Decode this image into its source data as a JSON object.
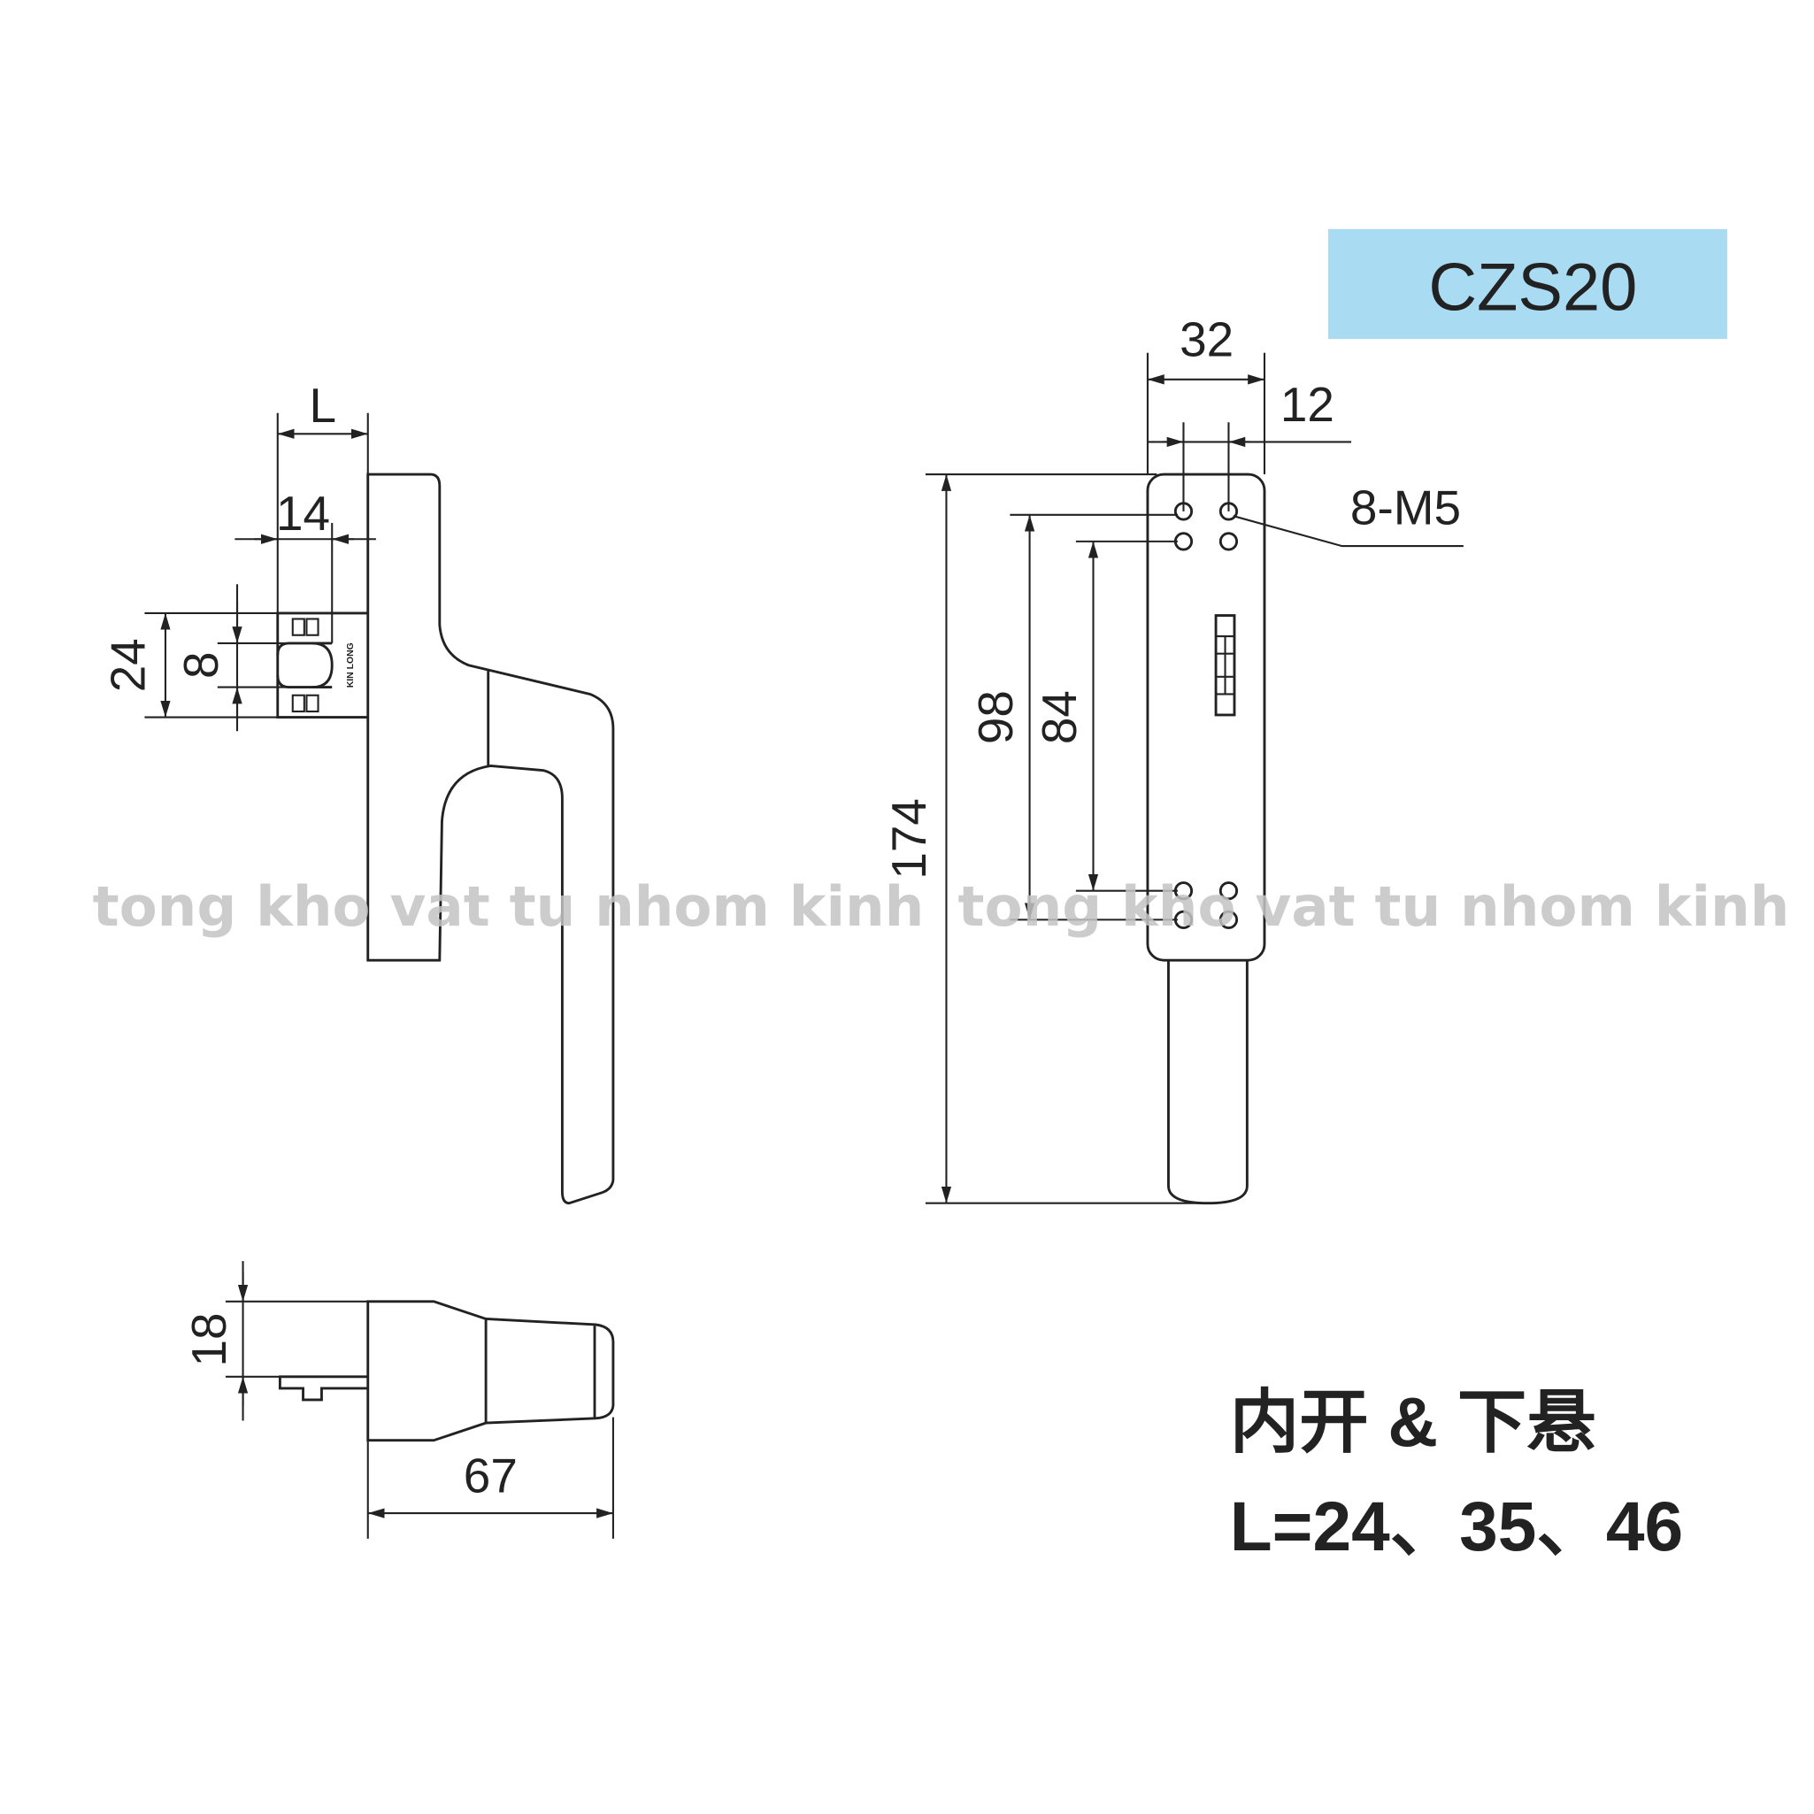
{
  "title_badge": {
    "label": "CZS20",
    "color": "#a9dcf3"
  },
  "side_view": {
    "dims": {
      "L": "L",
      "d14": "14",
      "d24": "24",
      "d8": "8"
    },
    "brand": "KIN LONG"
  },
  "front_view": {
    "dims": {
      "d32": "32",
      "d12": "12",
      "d174": "174",
      "d98": "98",
      "d84": "84"
    },
    "hole_callout": "8-M5"
  },
  "bottom_view": {
    "dims": {
      "d18": "18",
      "d67": "67"
    }
  },
  "notes": {
    "opening": "内开 & 下悬",
    "lengths": "L=24、35、46"
  },
  "watermark": "tong kho vat tu nhom kinh"
}
